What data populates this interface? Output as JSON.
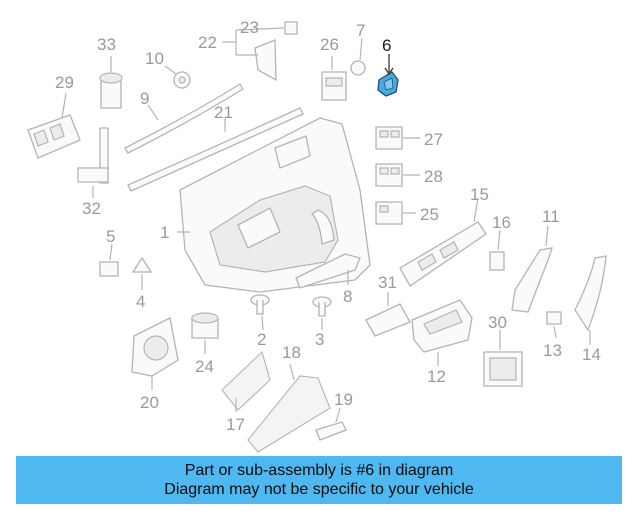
{
  "diagram": {
    "highlighted_part": "6",
    "callouts": [
      "1",
      "2",
      "3",
      "4",
      "5",
      "6",
      "7",
      "8",
      "9",
      "10",
      "11",
      "12",
      "13",
      "14",
      "15",
      "16",
      "17",
      "18",
      "19",
      "20",
      "21",
      "22",
      "23",
      "24",
      "25",
      "26",
      "27",
      "28",
      "29",
      "30",
      "31",
      "32",
      "33"
    ]
  },
  "banner": {
    "line1": "Part or sub-assembly is #6 in diagram",
    "line2": "Diagram may not be specific to your vehicle"
  },
  "colors": {
    "banner_bg": "#4fb8f0",
    "highlight_part": "#49a9e0",
    "line_art": "#b4b4b4"
  }
}
